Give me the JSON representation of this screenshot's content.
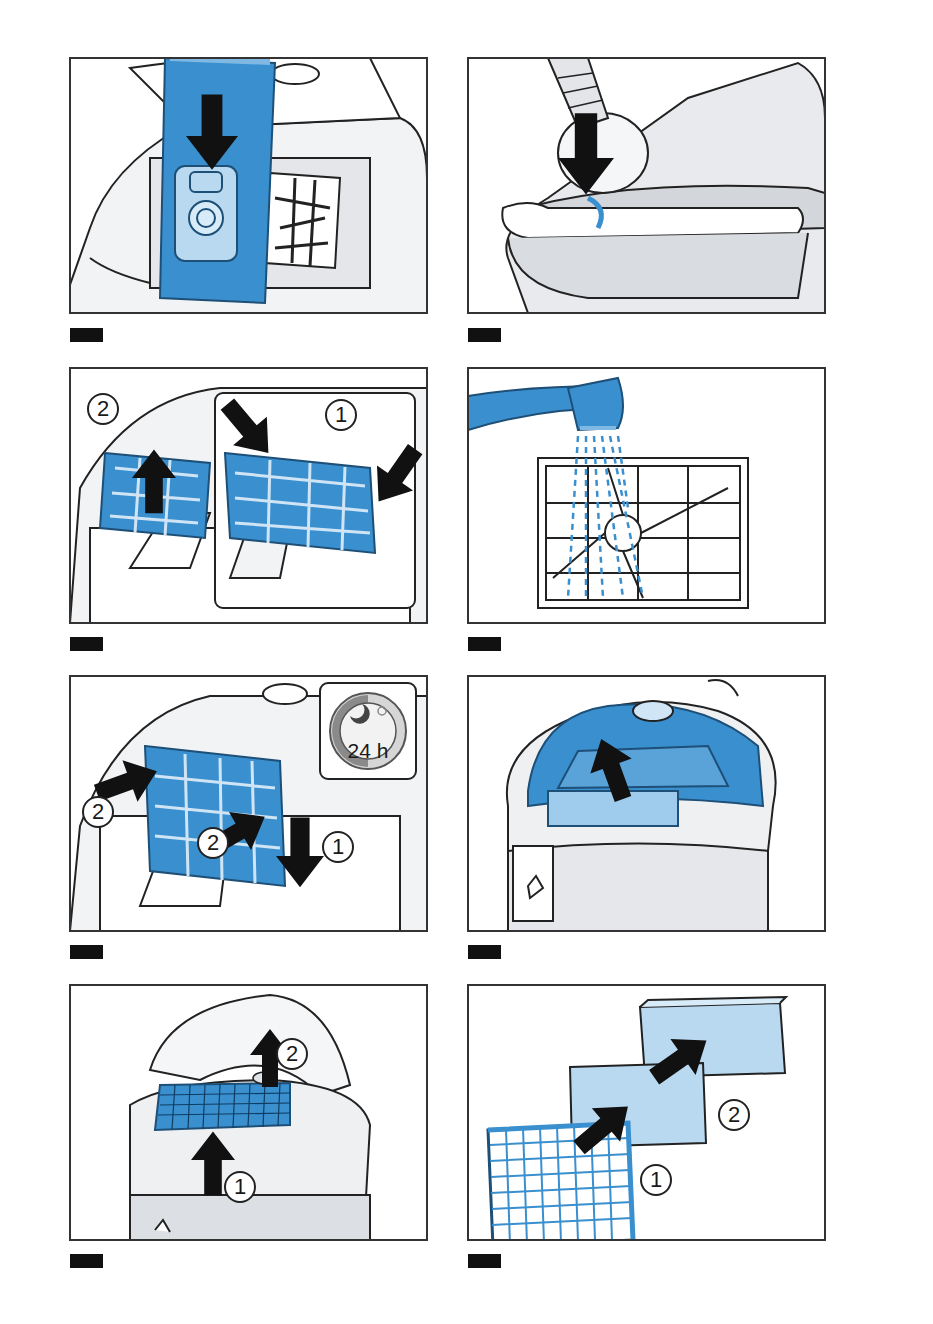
{
  "diagram": {
    "labels": [
      "2",
      "1",
      "24 h",
      "2",
      "2",
      "1",
      "2",
      "1",
      "2",
      "1"
    ]
  }
}
